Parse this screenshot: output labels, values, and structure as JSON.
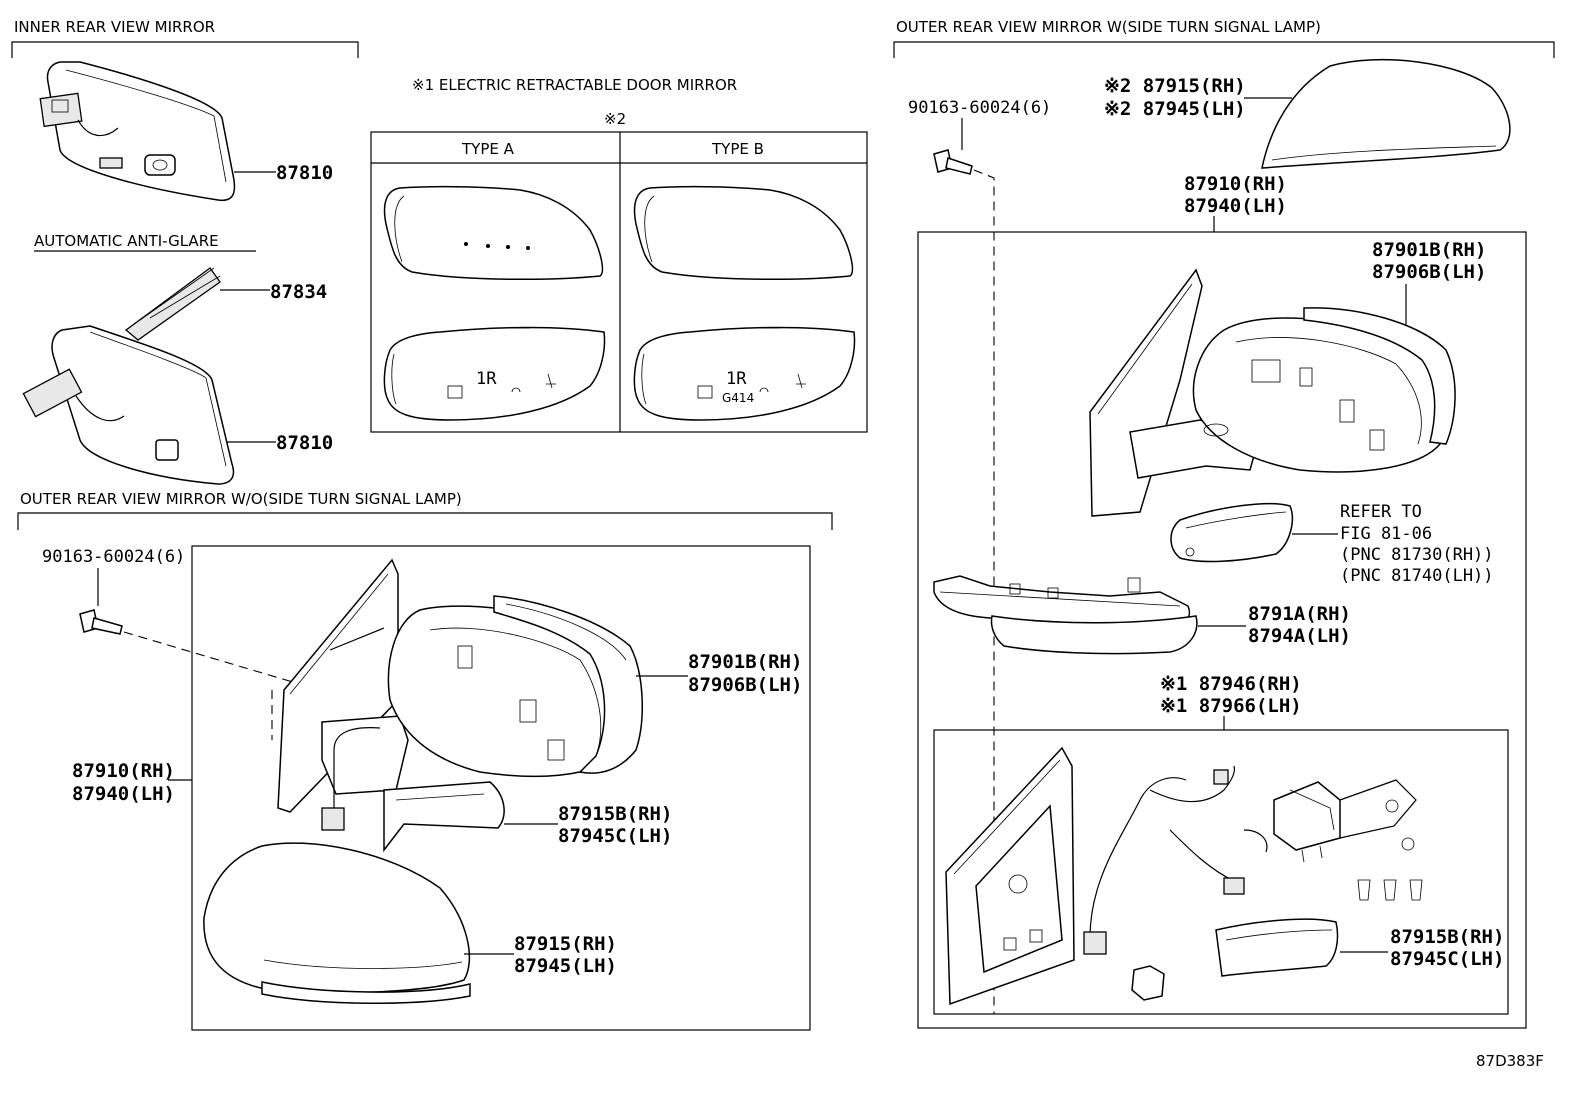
{
  "sections": {
    "inner": "INNER REAR VIEW MIRROR",
    "anti_glare": "AUTOMATIC ANTI-GLARE",
    "electric": "※1 ELECTRIC RETRACTABLE DOOR MIRROR",
    "wo_signal": "OUTER REAR VIEW MIRROR  W/O(SIDE TURN SIGNAL LAMP)",
    "w_signal": "OUTER REAR VIEW MIRROR  W(SIDE TURN SIGNAL LAMP)"
  },
  "glass_table": {
    "note": "※2",
    "type_a": "TYPE A",
    "type_b": "TYPE B",
    "glass_mark_a": "1R",
    "glass_mark_b": "1R",
    "glass_code_b": "G414"
  },
  "inner_parts": {
    "p1": "87810",
    "p2": "87834",
    "p3": "87810"
  },
  "left_parts": {
    "bolt": "90163-60024(6)",
    "housing_rh": "87901B(RH)",
    "housing_lh": "87906B(LH)",
    "mirror_rh": "87910(RH)",
    "mirror_lh": "87940(LH)",
    "cover_rh": "87915B(RH)",
    "cover_lh": "87945C(LH)",
    "cap_rh": "87915(RH)",
    "cap_lh": "87945(LH)"
  },
  "right_parts": {
    "bolt": "90163-60024(6)",
    "cap_rh": "※2 87915(RH)",
    "cap_lh": "※2 87945(LH)",
    "mirror_rh": "87910(RH)",
    "mirror_lh": "87940(LH)",
    "housing_rh": "87901B(RH)",
    "housing_lh": "87906B(LH)",
    "refer_1": "REFER TO",
    "refer_2": "FIG 81-06",
    "refer_3": "(PNC 81730(RH))",
    "refer_4": "(PNC 81740(LH))",
    "base_rh": "8791A(RH)",
    "base_lh": "8794A(LH)",
    "retract_rh": "※1 87946(RH)",
    "retract_lh": "※1 87966(LH)",
    "cover_rh": "87915B(RH)",
    "cover_lh": "87945C(LH)"
  },
  "diagram_id": "87D383F"
}
